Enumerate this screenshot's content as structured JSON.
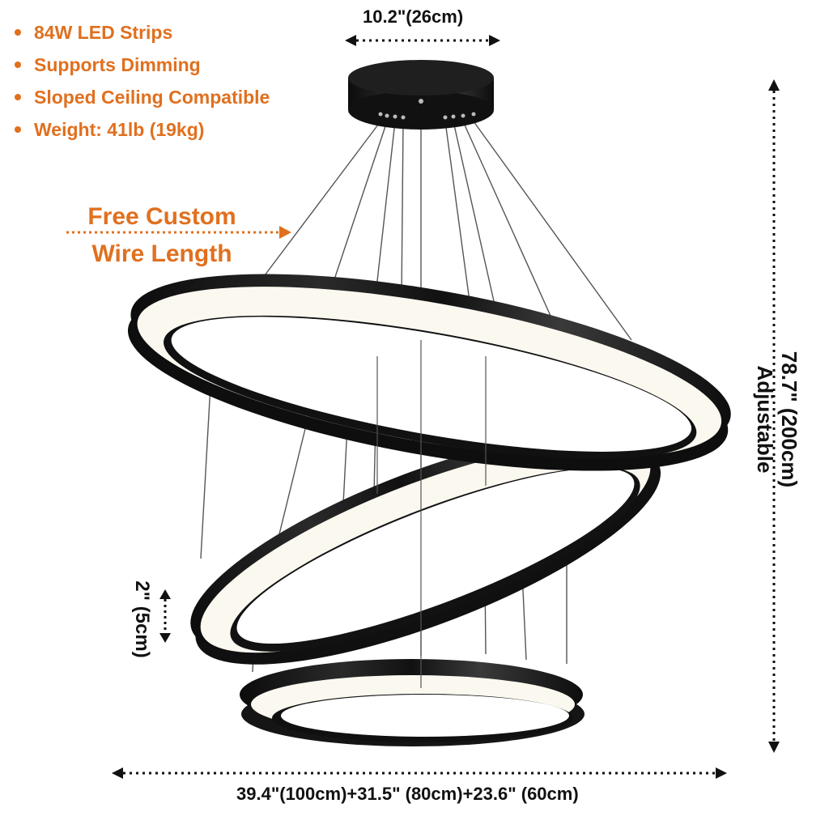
{
  "features": [
    "84W LED Strips",
    "Supports Dimming",
    "Sloped Ceiling Compatible",
    "Weight:  41lb (19kg)"
  ],
  "custom_wire": {
    "line1": "Free Custom",
    "line2": "Wire Length"
  },
  "dimensions": {
    "canopy": "10.2\"(26cm)",
    "height_value": "78.7\" (200cm)",
    "height_note": "Adjustable",
    "ring_thickness": "2\" (5cm)",
    "ring_diameters": "39.4\"(100cm)+31.5\" (80cm)+23.6\" (60cm)"
  },
  "colors": {
    "accent": "#e0701f",
    "ring": "#1b1b1b",
    "glow": "#fbf8f0",
    "text": "#111111"
  }
}
